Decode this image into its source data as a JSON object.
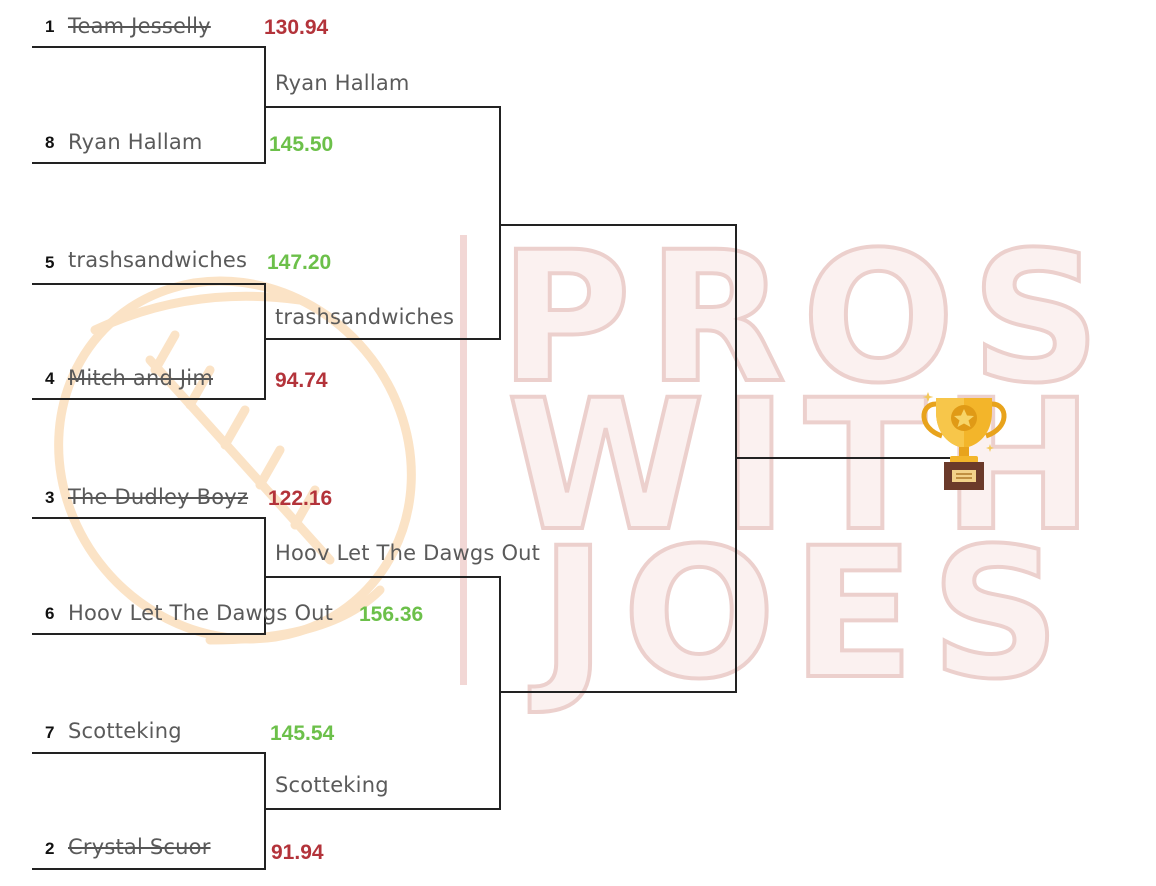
{
  "watermark": {
    "lines": [
      "PROS",
      "WITH",
      "JOES"
    ],
    "color": "#e9c9c6",
    "logo_color": "#fbe3c6"
  },
  "colors": {
    "win": "#6cc04a",
    "lose": "#b3333a",
    "text": "#5a5a5a",
    "line": "#222222"
  },
  "round1": [
    {
      "seed": "1",
      "team": "Team Jesselly",
      "score": "130.94",
      "result": "lose"
    },
    {
      "seed": "8",
      "team": "Ryan Hallam",
      "score": "145.50",
      "result": "win"
    },
    {
      "seed": "5",
      "team": "trashsandwiches",
      "score": "147.20",
      "result": "win"
    },
    {
      "seed": "4",
      "team": "Mitch and Jim",
      "score": "94.74",
      "result": "lose"
    },
    {
      "seed": "3",
      "team": "The Dudley Boyz",
      "score": "122.16",
      "result": "lose"
    },
    {
      "seed": "6",
      "team": "Hoov Let  The Dawgs Out",
      "score": "156.36",
      "result": "win"
    },
    {
      "seed": "7",
      "team": "Scotteking",
      "score": "145.54",
      "result": "win"
    },
    {
      "seed": "2",
      "team": "Crystal Scuor",
      "score": "91.94",
      "result": "lose"
    }
  ],
  "round2": [
    "Ryan Hallam",
    "trashsandwiches",
    "Hoov Let  The Dawgs Out",
    "Scotteking"
  ],
  "champion_icon": "trophy-icon"
}
